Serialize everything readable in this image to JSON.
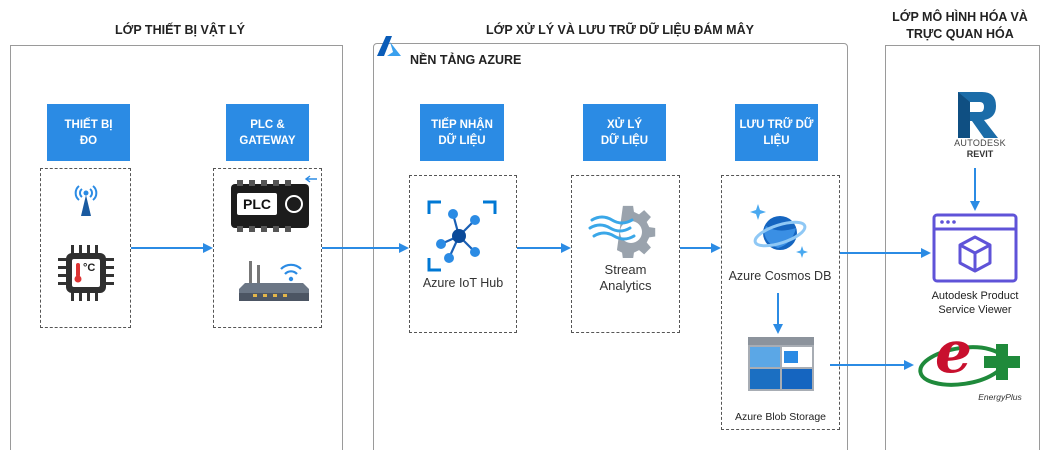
{
  "layers": {
    "physical": "LỚP THIẾT BỊ VẬT LÝ",
    "cloud": "LỚP XỬ LÝ VÀ LƯU TRỮ DỮ LIỆU ĐÁM MÂY",
    "modeling_line1": "LỚP MÔ HÌNH HÓA VÀ",
    "modeling_line2": "TRỰC QUAN HÓA"
  },
  "azure_platform": "NỀN TẢNG AZURE",
  "stages": {
    "measure_line1": "THIẾT BỊ",
    "measure_line2": "ĐO",
    "plc_line1": "PLC &",
    "plc_line2": "GATEWAY",
    "ingest_line1": "TIẾP NHẬN",
    "ingest_line2": "DỮ LIỆU",
    "process_line1": "XỬ LÝ",
    "process_line2": "DỮ LIỆU",
    "storage_line1": "LƯU TRỮ DỮ",
    "storage_line2": "LIỆU"
  },
  "devices": {
    "plc_text": "PLC",
    "temp_text": "°C"
  },
  "services": {
    "iot_hub": "Azure IoT Hub",
    "stream_line1": "Stream",
    "stream_line2": "Analytics",
    "cosmos": "Azure Cosmos DB",
    "blob": "Azure Blob Storage"
  },
  "tools": {
    "autodesk": "AUTODESK",
    "revit": "REVIT",
    "viewer_line1": "Autodesk Product",
    "viewer_line2": "Service Viewer",
    "energyplus_mark": "e",
    "energyplus_text": "EnergyPlus"
  },
  "colors": {
    "label_blue": "#2b8be4",
    "arrow_blue": "#2b8be4",
    "azure_blue": "#0078d4",
    "energyplus_red": "#c8102e",
    "energyplus_green": "#1f8a3b",
    "revit_blue": "#1b6ca8"
  },
  "icons": [
    "azure-logo-icon",
    "antenna-icon",
    "temperature-chip-icon",
    "plc-device-icon",
    "wifi-gateway-icon",
    "iot-hub-icon",
    "stream-analytics-icon",
    "cosmos-db-icon",
    "blob-storage-icon",
    "revit-logo-icon",
    "product-viewer-icon",
    "energyplus-logo-icon"
  ]
}
